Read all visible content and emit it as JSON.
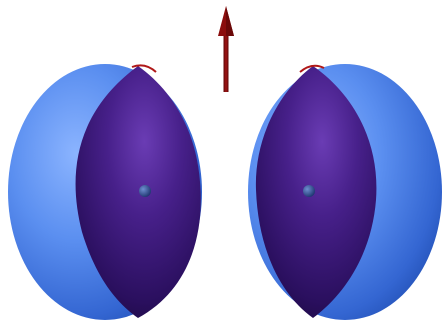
{
  "scene": {
    "objects": [
      {
        "id": "left-lobe",
        "kind": "sphere-with-lens-cutaway"
      },
      {
        "id": "right-lobe",
        "kind": "sphere-with-lens-cutaway"
      }
    ],
    "arrow": {
      "direction": "up"
    }
  },
  "colors": {
    "background": "#ffffff",
    "sphere_light": "#6f9cf5",
    "sphere_mid": "#3f74dc",
    "sphere_dark": "#2a5bbf",
    "lens_light": "#5a2fa0",
    "lens_mid": "#3b1477",
    "lens_dark": "#1c0a44",
    "core": "#2d4a8a",
    "arrow": "#8b0d0d",
    "edge_red": "#b01818"
  }
}
